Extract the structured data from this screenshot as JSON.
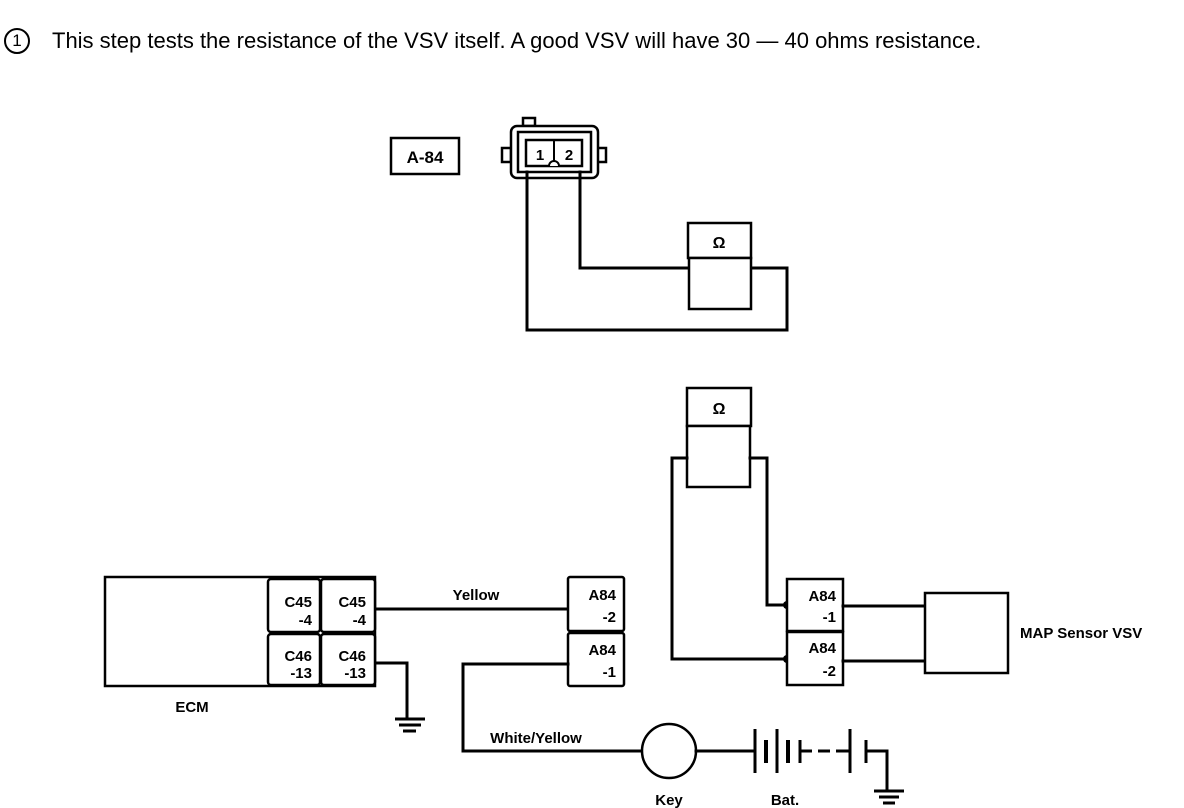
{
  "instruction": {
    "step_number": "1",
    "text": "This step tests the resistance of the VSV itself.  A good VSV will have 30 — 40 ohms resistance."
  },
  "top_diagram": {
    "connector_label": "A-84",
    "pins": [
      "1",
      "2"
    ],
    "meter_symbol": "Ω"
  },
  "bottom_diagram": {
    "ecm": {
      "label": "ECM",
      "terminals": [
        {
          "connector": "C45",
          "pin": "-4"
        },
        {
          "connector": "C45",
          "pin": "-4"
        },
        {
          "connector": "C46",
          "pin": "-13"
        },
        {
          "connector": "C46",
          "pin": "-13"
        }
      ]
    },
    "wire_yellow": "Yellow",
    "wire_white_yellow": "White/Yellow",
    "middle_connector": [
      {
        "connector": "A84",
        "pin": "-2"
      },
      {
        "connector": "A84",
        "pin": "-1"
      }
    ],
    "right_connector": [
      {
        "connector": "A84",
        "pin": "-1"
      },
      {
        "connector": "A84",
        "pin": "-2"
      }
    ],
    "meter_symbol": "Ω",
    "component_label": "MAP Sensor VSV",
    "key_label": "Key",
    "battery_label": "Bat."
  }
}
